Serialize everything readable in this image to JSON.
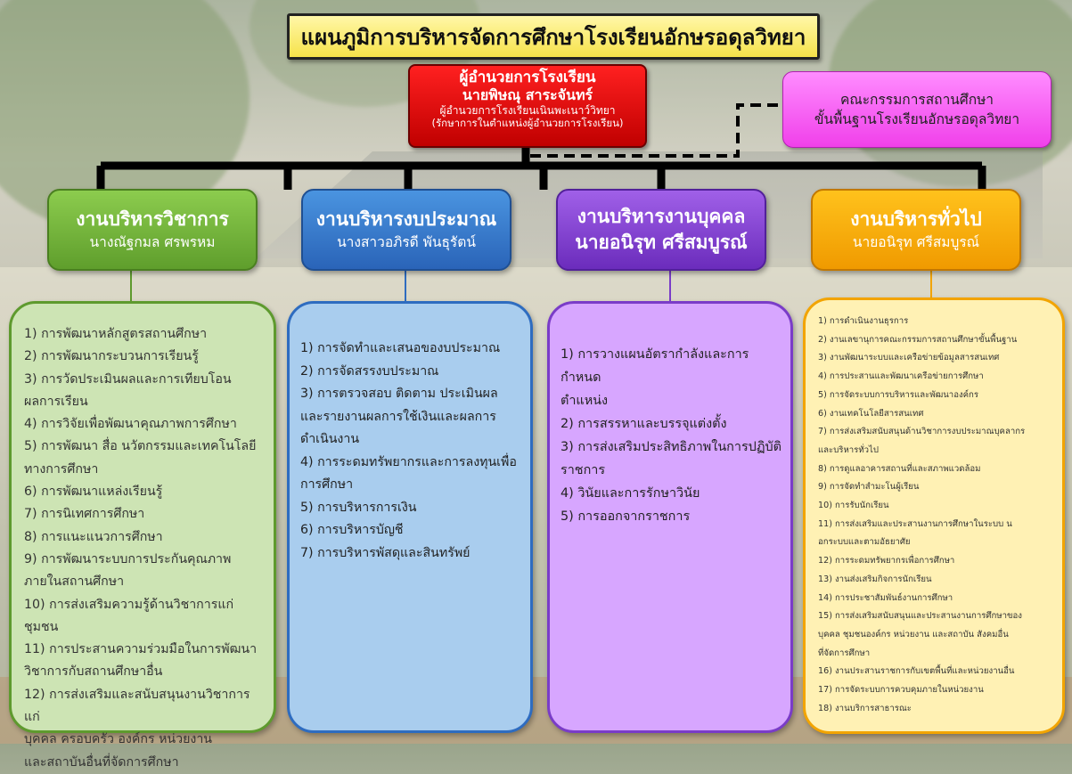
{
  "title": "แผนภูมิการบริหารจัดการศึกษาโรงเรียนอักษรอดุลวิทยา",
  "director": {
    "position": "ผู้อำนวยการโรงเรียน",
    "name": "นายพิษณุ สาระจันทร์",
    "line3": "ผู้อำนวยการโรงเรียนเนินพะเนาว์วิทยา",
    "line4": "(รักษาการในตำแหน่งผู้อำนวยการโรงเรียน)"
  },
  "committee": {
    "line1": "คณะกรรมการสถานศึกษา",
    "line2": "ขั้นพื้นฐานโรงเรียนอักษรอดุลวิทยา"
  },
  "departments": [
    {
      "title": "งานบริหารวิชาการ",
      "head": "นางณัฐกมล ศรพรหม",
      "color": "#6cab34",
      "items": [
        "1) การพัฒนาหลักสูตรสถานศึกษา",
        "2) การพัฒนากระบวนการเรียนรู้",
        "3) การวัดประเมินผลและการเทียบโอน",
        "ผลการเรียน",
        "4) การวิจัยเพื่อพัฒนาคุณภาพการศึกษา",
        "5) การพัฒนา สื่อ นวัตกรรมและเทคโนโลยี",
        "ทางการศึกษา",
        "6) การพัฒนาแหล่งเรียนรู้",
        "7) การนิเทศการศึกษา",
        "8) การแนะแนวการศึกษา",
        "9) การพัฒนาระบบการประกันคุณภาพ",
        "ภายในสถานศึกษา",
        "10) การส่งเสริมความรู้ด้านวิชาการแก่ชุมชน",
        "11) การประสานความร่วมมือในการพัฒนา",
        "วิชาการกับสถานศึกษาอื่น",
        "12) การส่งเสริมและสนับสนุนงานวิชาการแก่",
        "บุคคล ครอบครัว องค์กร หน่วยงาน",
        "และสถาบันอื่นที่จัดการศึกษา"
      ]
    },
    {
      "title": "งานบริหารงบประมาณ",
      "head": "นางสาวอภิรดี พันธุรัตน์",
      "color": "#2e6cc0",
      "items": [
        "1) การจัดทำและเสนอของบประมาณ",
        "2) การจัดสรรงบประมาณ",
        "3) การตรวจสอบ ติดตาม ประเมินผล",
        "และรายงานผลการใช้เงินและผลการ",
        "ดำเนินงาน",
        "4) การระดมทรัพยากรและการลงทุนเพื่อ",
        "การศึกษา",
        "5) การบริหารการเงิน",
        "6) การบริหารบัญชี",
        "7) การบริหารพัสดุและสินทรัพย์"
      ]
    },
    {
      "title": "งานบริหารงานบุคคล",
      "head": "นายอนิรุท ศรีสมบูรณ์",
      "color": "#7a3cc8",
      "items": [
        "1) การวางแผนอัตรากำลังและการกำหนด",
        "ตำแหน่ง",
        "2) การสรรหาและบรรจุแต่งตั้ง",
        "3) การส่งเสริมประสิทธิภาพในการปฏิบัติ",
        "ราชการ",
        "4) วินัยและการรักษาวินัย",
        "5) การออกจากราชการ"
      ]
    },
    {
      "title": "งานบริหารทั่วไป",
      "head": "นายอนิรุท ศรีสมบูรณ์",
      "color": "#f2a400",
      "items": [
        "1) การดำเนินงานธุรการ",
        "2) งานเลขานุการคณะกรรมการสถานศึกษาขั้นพื้นฐาน",
        "3) งานพัฒนาระบบและเครือข่ายข้อมูลสารสนเทศ",
        "4) การประสานและพัฒนาเครือข่ายการศึกษา",
        "5) การจัดระบบการบริหารและพัฒนาองค์กร",
        "6) งานเทคโนโลยีสารสนเทศ",
        "7) การส่งเสริมสนับสนุนด้านวิชาการงบประมาณบุคลากร",
        "และบริหารทั่วไป",
        "8) การดูแลอาคารสถานที่และสภาพแวดล้อม",
        "9) การจัดทำสำมะโนผู้เรียน",
        "10) การรับนักเรียน",
        "11) การส่งเสริมและประสานงานการศึกษาในระบบ น",
        "อกระบบและตามอัธยาศัย",
        "12) การระดมทรัพยากรเพื่อการศึกษา",
        "13) งานส่งเสริมกิจการนักเรียน",
        "14) การประชาสัมพันธ์งานการศึกษา",
        "15) การส่งเสริมสนับสนุนและประสานงานการศึกษาของ",
        "บุคคล ชุมชนองค์กร หน่วยงาน และสถาบัน สังคมอื่น",
        "ที่จัดการศึกษา",
        "16) งานประสานราชการกับเขตพื้นที่และหน่วยงานอื่น",
        "17) การจัดระบบการควบคุมภายในหน่วยงาน",
        "18) งานบริการสาธารณะ"
      ]
    }
  ]
}
